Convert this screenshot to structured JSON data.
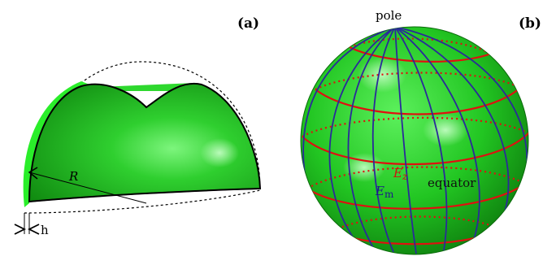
{
  "panel_a": {
    "label": "(a)",
    "radius_symbol": "R",
    "thickness_symbol": "h"
  },
  "panel_b": {
    "label": "(b)",
    "pole_label": "pole",
    "ez_label_main": "E",
    "ez_label_sub": "z",
    "em_label_main": "E",
    "em_label_sub": "m",
    "equator_label": "equator"
  },
  "colors": {
    "shell_green": "#22cc22",
    "shell_dark": "#0f8a0f",
    "meridian_blue": "#2a2a9a",
    "latitude_red": "#e01010",
    "ez_text": "#d01010",
    "em_text": "#1a1a8a"
  }
}
